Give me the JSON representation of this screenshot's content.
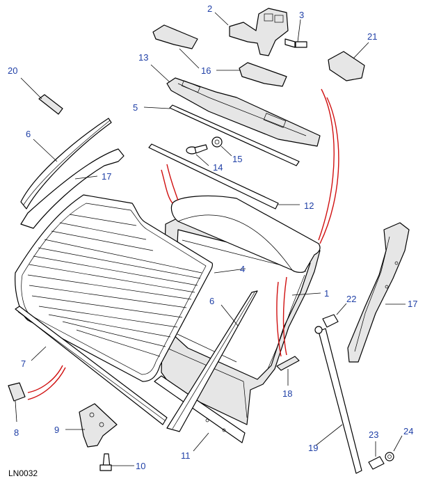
{
  "diagram_code": "LN0032",
  "callouts": [
    {
      "id": "c1",
      "label": "1"
    },
    {
      "id": "c2",
      "label": "2"
    },
    {
      "id": "c3",
      "label": "3"
    },
    {
      "id": "c4",
      "label": "4"
    },
    {
      "id": "c5",
      "label": "5"
    },
    {
      "id": "c6a",
      "label": "6"
    },
    {
      "id": "c6b",
      "label": "6"
    },
    {
      "id": "c7",
      "label": "7"
    },
    {
      "id": "c8",
      "label": "8"
    },
    {
      "id": "c9",
      "label": "9"
    },
    {
      "id": "c10",
      "label": "10"
    },
    {
      "id": "c11",
      "label": "11"
    },
    {
      "id": "c12",
      "label": "12"
    },
    {
      "id": "c13",
      "label": "13"
    },
    {
      "id": "c14",
      "label": "14"
    },
    {
      "id": "c15",
      "label": "15"
    },
    {
      "id": "c16",
      "label": "16"
    },
    {
      "id": "c17a",
      "label": "17"
    },
    {
      "id": "c17b",
      "label": "17"
    },
    {
      "id": "c18",
      "label": "18"
    },
    {
      "id": "c19",
      "label": "19"
    },
    {
      "id": "c20",
      "label": "20"
    },
    {
      "id": "c21",
      "label": "21"
    },
    {
      "id": "c22",
      "label": "22"
    },
    {
      "id": "c23",
      "label": "23"
    },
    {
      "id": "c24",
      "label": "24"
    }
  ],
  "colors": {
    "callout_text": "#1f3fa6",
    "line": "#000000",
    "assembly_arrows": "#d01010",
    "background": "#ffffff"
  }
}
